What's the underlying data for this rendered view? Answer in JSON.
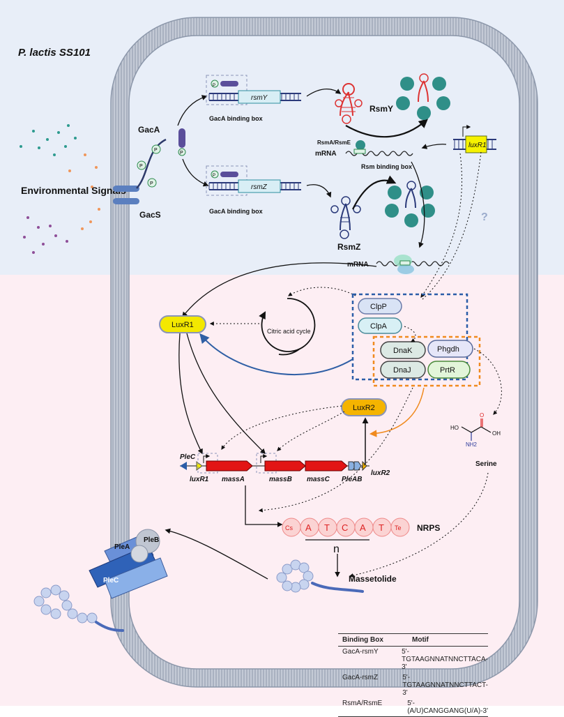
{
  "title": "P. lactis SS101",
  "env_signals": "Environmental Signals",
  "receptors": {
    "gacS": "GacS",
    "gacA": "GacA",
    "phospho": "P"
  },
  "rna": {
    "rsmY": "rsmY",
    "rsmZ": "rsmZ",
    "RsmY": "RsmY",
    "RsmZ": "RsmZ",
    "gacA_box_1": "GacA binding box",
    "gacA_box_2": "GacA binding box",
    "rsmAE": "RsmA/RsmE",
    "mrna_1": "mRNA",
    "mrna_2": "mRNA",
    "rsm_box": "Rsm binding box",
    "luxR1_gene": "luxR1",
    "question": "?"
  },
  "proteins": {
    "luxR1": "LuxR1",
    "luxR2": "LuxR2",
    "clpP": "ClpP",
    "clpA": "ClpA",
    "dnaK": "DnaK",
    "dnaJ": "DnaJ",
    "phgdh": "Phgdh",
    "prtR": "PrtR",
    "cycle": "Citric acid cycle"
  },
  "operon": {
    "pleC": "PleC",
    "luxR1": "luxR1",
    "massA": "massA",
    "massB": "massB",
    "massC": "massC",
    "pleAB": "PleAB",
    "luxR2": "luxR2"
  },
  "nrps": {
    "units": [
      "Cs",
      "A",
      "T",
      "C",
      "A",
      "T",
      "Te"
    ],
    "label": "NRPS",
    "n": "n"
  },
  "serine": {
    "label": "Serine",
    "ho": "HO",
    "oh": "OH",
    "o": "O",
    "nh2": "NH2"
  },
  "massetolide": "Massetolide",
  "transporter": {
    "pleA": "PleA",
    "pleB": "PleB",
    "pleC": "PleC"
  },
  "motif_table": {
    "headers": [
      "Binding Box",
      "Motif"
    ],
    "rows": [
      [
        "GacA-rsmY",
        "5'-TGTAAGNNATNNCTTACA-3'"
      ],
      [
        "GacA-rsmZ",
        "5'-TGTAAGNNATNNCTTACT-3'"
      ],
      [
        "RsmA/RsmE",
        "5'-(A/U)CANGGANG(U/A)-3'"
      ]
    ]
  },
  "colors": {
    "top_bg": "#e8eef8",
    "bottom_bg": "#fdeef3",
    "membrane": "#9aa6b8",
    "luxR1": "#f3e800",
    "luxR2": "#f5b400",
    "gene_red": "#e21515",
    "clp": "#d9e3f5",
    "dnak": "#dce9e4",
    "prtr": "#e2f5d9",
    "orange": "#f08a1e",
    "blue_box": "#2b5da8"
  }
}
